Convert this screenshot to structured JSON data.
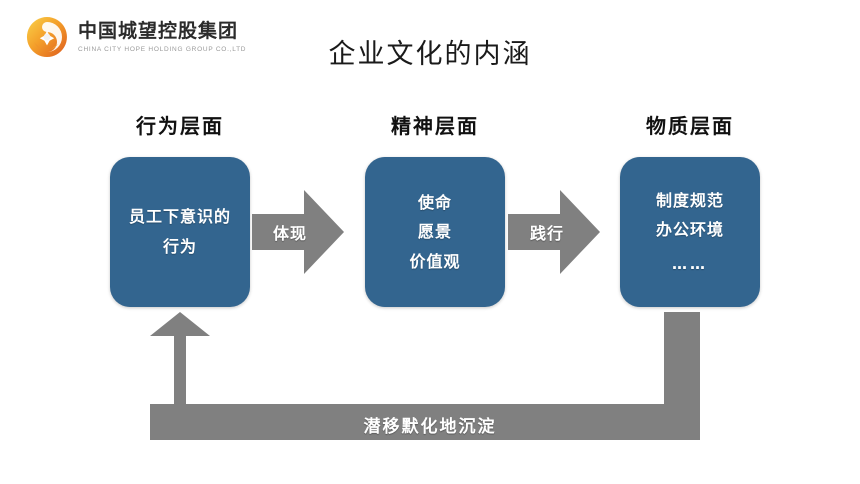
{
  "slide": {
    "title": "企业文化的内涵",
    "background_color": "#ffffff"
  },
  "logo": {
    "icon_name": "company-swirl-logo",
    "company_cn": "中国城望控股集团",
    "company_en": "CHINA CITY HOPE HOLDING GROUP CO.,LTD",
    "mark_colors": [
      "#f5a623",
      "#e8722c",
      "#f7c948",
      "#d9531e"
    ]
  },
  "theme": {
    "node_blue": "#33658f",
    "arrow_gray": "#808080",
    "heading_color": "#111111",
    "title_color": "#1a1a1a",
    "node_text_color": "#ffffff"
  },
  "columns": [
    {
      "heading": "行为层面",
      "box_lines": [
        "员工下意识的",
        "行为"
      ]
    },
    {
      "heading": "精神层面",
      "box_lines": [
        "使命",
        "愿景",
        "价值观"
      ]
    },
    {
      "heading": "物质层面",
      "box_lines": [
        "制度规范",
        "办公环境",
        "……"
      ]
    }
  ],
  "arrows": [
    {
      "label": "体现",
      "direction": "right",
      "from": "行为层面",
      "to": "精神层面"
    },
    {
      "label": "践行",
      "direction": "right",
      "from": "精神层面",
      "to": "物质层面"
    }
  ],
  "feedback_loop": {
    "label": "潜移默化地沉淀",
    "direction": "right-to-left",
    "from": "物质层面",
    "to": "行为层面"
  }
}
